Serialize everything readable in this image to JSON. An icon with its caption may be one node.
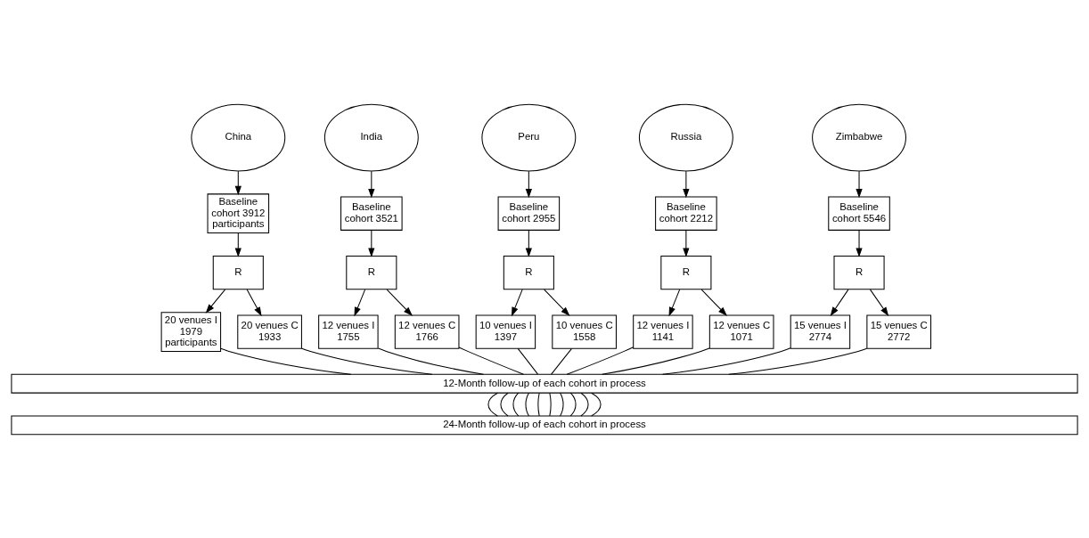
{
  "diagram": {
    "nodes": [
      {
        "text": [
          "China"
        ]
      },
      {
        "text": [
          "Baseline cohort 3912 participants"
        ]
      },
      {
        "text": [
          "R"
        ]
      },
      {
        "text": [
          "20 venues I 1979 participants"
        ]
      },
      {
        "text": [
          "20 venues C 1933"
        ]
      },
      {
        "text": [
          "India"
        ]
      },
      {
        "text": [
          "Baseline cohort 3521"
        ]
      },
      {
        "text": [
          "R"
        ]
      },
      {
        "text": [
          "12 venues I 1755"
        ]
      },
      {
        "text": [
          "12 venues C 1766"
        ]
      },
      {
        "text": [
          "Peru"
        ]
      },
      {
        "text": [
          "Baseline cohort 2955"
        ]
      },
      {
        "text": [
          "R"
        ]
      },
      {
        "text": [
          "10 venues I 1397"
        ]
      },
      {
        "text": [
          "10 venues C 1558"
        ]
      },
      {
        "text": [
          "Russia"
        ]
      },
      {
        "text": [
          "Baseline cohort 2212"
        ]
      },
      {
        "text": [
          "R"
        ]
      },
      {
        "text": [
          "12 venues I 1141"
        ]
      },
      {
        "text": [
          "12 venues C 1071"
        ]
      },
      {
        "text": [
          "Zimbabwe"
        ]
      },
      {
        "text": [
          "Baseline cohort 5546"
        ]
      },
      {
        "text": [
          "R"
        ]
      },
      {
        "text": [
          "15 venues I 2774"
        ]
      },
      {
        "text": [
          "15 venues C 2772"
        ]
      },
      {
        "text": [
          "12-Month follow-up of each cohort in process"
        ]
      },
      {
        "text": [
          "24-Month follow-up of each cohort in process"
        ]
      }
    ],
    "edges": [
      {
        "from": 0,
        "to": 1,
        "arrow": "to"
      },
      {
        "from": 1,
        "to": 2,
        "arrow": "to"
      },
      {
        "from": 2,
        "to": 3,
        "arrow": "to"
      },
      {
        "from": 2,
        "to": 4,
        "arrow": "to"
      },
      {
        "from": 5,
        "to": 6,
        "arrow": "to"
      },
      {
        "from": 6,
        "to": 7,
        "arrow": "to"
      },
      {
        "from": 7,
        "to": 8,
        "arrow": "to"
      },
      {
        "from": 7,
        "to": 9,
        "arrow": "to"
      },
      {
        "from": 10,
        "to": 11,
        "arrow": "to"
      },
      {
        "from": 11,
        "to": 12,
        "arrow": "to"
      },
      {
        "from": 12,
        "to": 13,
        "arrow": "to"
      },
      {
        "from": 12,
        "to": 14,
        "arrow": "to"
      },
      {
        "from": 15,
        "to": 16,
        "arrow": "to"
      },
      {
        "from": 16,
        "to": 17,
        "arrow": "to"
      },
      {
        "from": 17,
        "to": 18,
        "arrow": "to"
      },
      {
        "from": 17,
        "to": 19,
        "arrow": "to"
      },
      {
        "from": 20,
        "to": 21,
        "arrow": "to"
      },
      {
        "from": 21,
        "to": 22,
        "arrow": "to"
      },
      {
        "from": 22,
        "to": 23,
        "arrow": "to"
      },
      {
        "from": 22,
        "to": 24,
        "arrow": "to"
      },
      {
        "from": 3,
        "to": 25,
        "arrow": "none"
      },
      {
        "from": 4,
        "to": 25,
        "arrow": "none"
      },
      {
        "from": 8,
        "to": 25,
        "arrow": "none"
      },
      {
        "from": 9,
        "to": 25,
        "arrow": "none"
      },
      {
        "from": 13,
        "to": 25,
        "arrow": "none"
      },
      {
        "from": 14,
        "to": 25,
        "arrow": "none"
      },
      {
        "from": 18,
        "to": 25,
        "arrow": "none"
      },
      {
        "from": 19,
        "to": 25,
        "arrow": "none"
      },
      {
        "from": 23,
        "to": 25,
        "arrow": "none"
      },
      {
        "from": 24,
        "to": 25,
        "arrow": "none"
      },
      {
        "from": 25,
        "to": 26,
        "arrow": "none"
      },
      {
        "from": 25,
        "to": 26,
        "arrow": "none"
      },
      {
        "from": 25,
        "to": 26,
        "arrow": "none"
      },
      {
        "from": 25,
        "to": 26,
        "arrow": "none"
      },
      {
        "from": 25,
        "to": 26,
        "arrow": "none"
      },
      {
        "from": 25,
        "to": 26,
        "arrow": "none"
      },
      {
        "from": 25,
        "to": 26,
        "arrow": "none"
      },
      {
        "from": 25,
        "to": 26,
        "arrow": "none"
      },
      {
        "from": 25,
        "to": 26,
        "arrow": "none"
      },
      {
        "from": 25,
        "to": 26,
        "arrow": "none"
      }
    ]
  }
}
